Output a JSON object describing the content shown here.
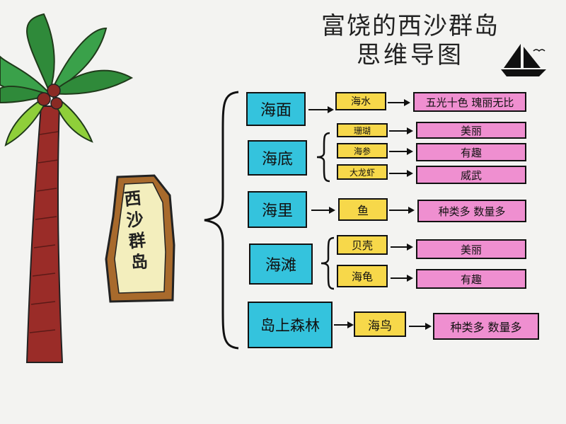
{
  "title": {
    "line1": "富饶的西沙群岛",
    "line2": "思维导图"
  },
  "stone_text": "西沙群岛",
  "nodes": [
    {
      "main": "海面",
      "subs": [
        {
          "label": "海水",
          "desc": "五光十色  瑰丽无比"
        }
      ]
    },
    {
      "main": "海底",
      "subs": [
        {
          "label": "珊瑚",
          "desc": "美丽"
        },
        {
          "label": "海参",
          "desc": "有趣"
        },
        {
          "label": "大龙虾",
          "desc": "威武"
        }
      ]
    },
    {
      "main": "海里",
      "subs": [
        {
          "label": "鱼",
          "desc": "种类多  数量多"
        }
      ]
    },
    {
      "main": "海滩",
      "subs": [
        {
          "label": "贝壳",
          "desc": "美丽"
        },
        {
          "label": "海龟",
          "desc": "有趣"
        }
      ]
    },
    {
      "main": "岛上森林",
      "subs": [
        {
          "label": "海鸟",
          "desc": "种类多  数量多"
        }
      ]
    }
  ],
  "colors": {
    "main_box": "#34c3dd",
    "sub_box": "#f7d84a",
    "desc_box": "#ef8fd0"
  }
}
